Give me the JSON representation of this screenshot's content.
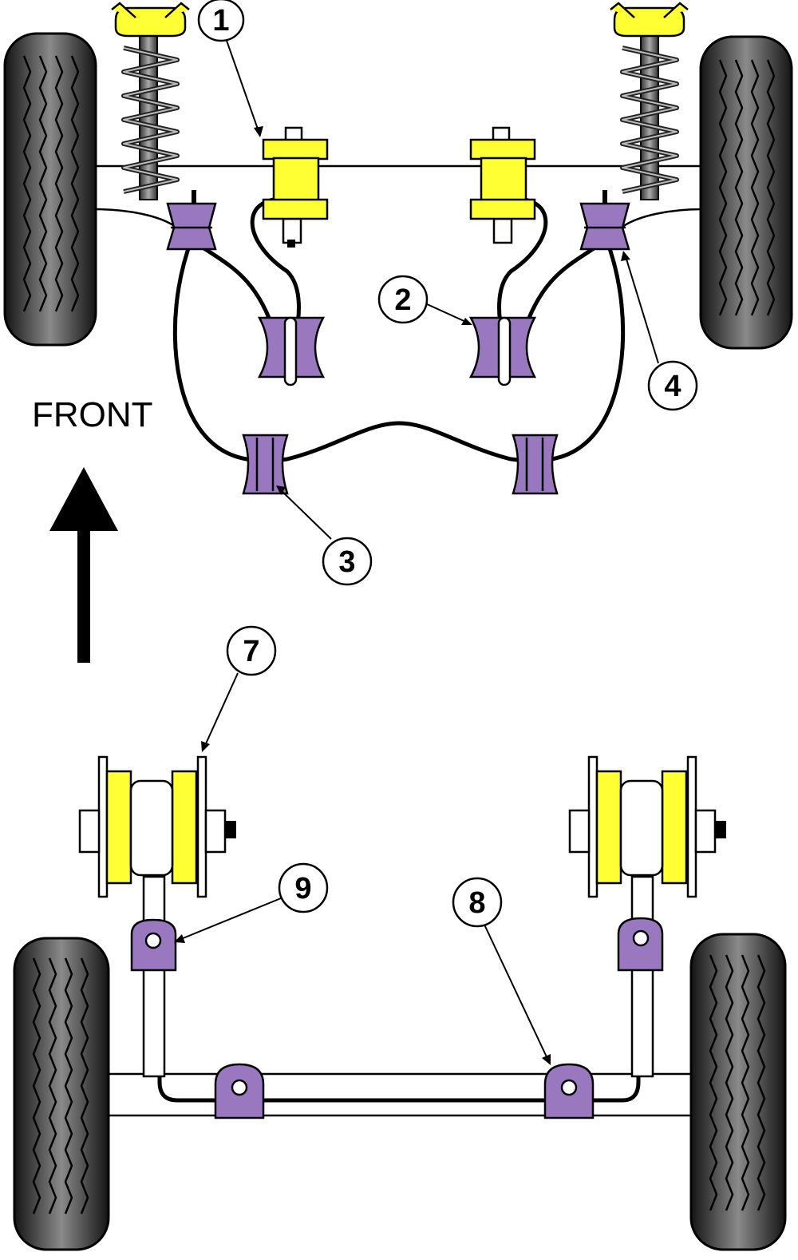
{
  "labels": {
    "front": "FRONT"
  },
  "callouts": [
    {
      "id": "1",
      "text": "1"
    },
    {
      "id": "2",
      "text": "2"
    },
    {
      "id": "3",
      "text": "3"
    },
    {
      "id": "4",
      "text": "4"
    },
    {
      "id": "7",
      "text": "7"
    },
    {
      "id": "8",
      "text": "8"
    },
    {
      "id": "9",
      "text": "9"
    }
  ],
  "colors": {
    "bush_yellow": "#ffff33",
    "bush_purple": "#9a78c0",
    "tyre_dark": "#1a1a1a",
    "tyre_mid": "#7a7a7a",
    "line": "#000000"
  },
  "icons": {
    "direction": "arrow-up-icon"
  }
}
